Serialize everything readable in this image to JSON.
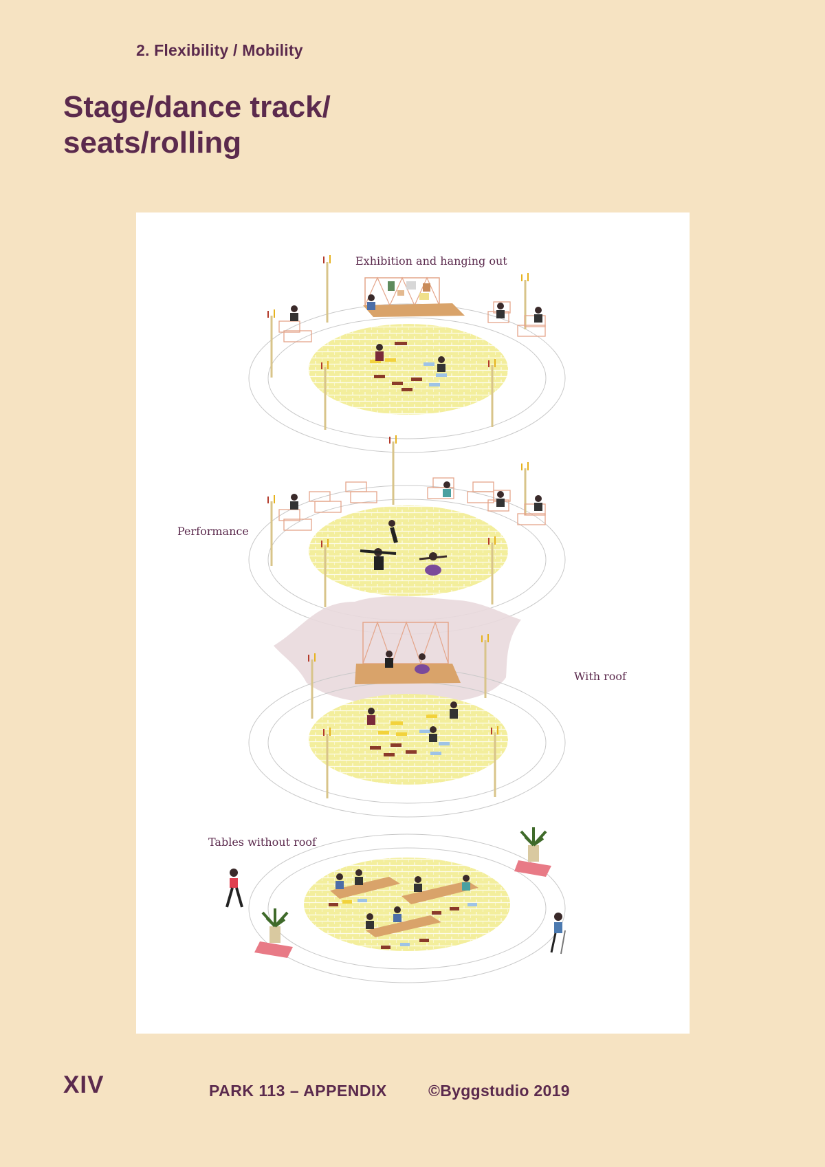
{
  "header": {
    "section": "2. Flexibility / Mobility",
    "title_line1": "Stage/dance track/",
    "title_line2": "seats/rolling"
  },
  "diagram": {
    "labels": {
      "exhibition": "Exhibition and hanging out",
      "performance": "Performance",
      "with_roof": "With roof",
      "tables": "Tables without roof"
    },
    "colors": {
      "accent": "#5b2a4d",
      "page_background": "#f6e3c2",
      "floor": "#f3ee9c",
      "stage_wood": "#d9a36a",
      "roof": "#e9d9dd",
      "table_blue": "#9ec3e6",
      "table_yellow": "#f2d23c",
      "table_brown": "#8a3a2a"
    }
  },
  "footer": {
    "page_number": "XIV",
    "document": "PARK 113 – APPENDIX",
    "copyright": "©Byggstudio 2019"
  }
}
